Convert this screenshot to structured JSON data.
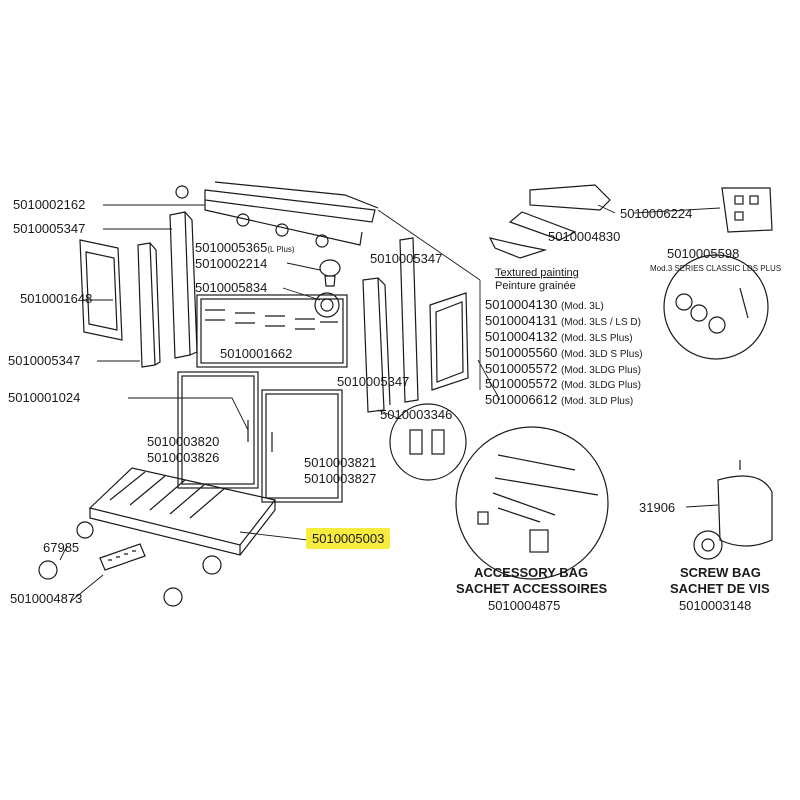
{
  "parts": {
    "p2162": "5010002162",
    "p5347a": "5010005347",
    "p1648": "5010001648",
    "p5347b": "5010005347",
    "p1024": "5010001024",
    "p5365": "5010005365",
    "p5365_note": "(L Plus)",
    "p2214": "5010002214",
    "p5834": "5010005834",
    "p1662": "5010001662",
    "p5347c": "5010005347",
    "p5347d": "5010005347",
    "p3346": "5010003346",
    "p3820": "5010003820",
    "p3826": "5010003826",
    "p3821": "5010003821",
    "p3827": "5010003827",
    "p5003": "5010005003",
    "p67985": "67985",
    "p4873": "5010004873",
    "p4830": "5010004830",
    "p6224": "5010006224",
    "p5598": "5010005598",
    "p5598_note": "Mod.3 SERIES CLASSIC LDS PLUS",
    "p31906": "31906"
  },
  "textured": {
    "title_en": "Textured painting",
    "title_fr": "Peinture grainée",
    "rows": [
      {
        "code": "5010004130",
        "model": "(Mod. 3L)"
      },
      {
        "code": "5010004131",
        "model": "(Mod. 3LS / LS D)"
      },
      {
        "code": "5010004132",
        "model": "(Mod. 3LS Plus)"
      },
      {
        "code": "5010005560",
        "model": "(Mod. 3LD S Plus)"
      },
      {
        "code": "5010005572",
        "model": "(Mod. 3LDG Plus)"
      },
      {
        "code": "5010005572",
        "model": "(Mod. 3LDG Plus)"
      },
      {
        "code": "5010006612",
        "model": "(Mod. 3LD Plus)"
      }
    ]
  },
  "accessory_bag": {
    "line1": "ACCESSORY BAG",
    "line2": "SACHET ACCESSOIRES",
    "code": "5010004875"
  },
  "screw_bag": {
    "line1": "SCREW BAG",
    "line2": "SACHET DE VIS",
    "code": "5010003148"
  },
  "colors": {
    "highlight": "#f6ec3e",
    "line": "#1a1a1a"
  }
}
